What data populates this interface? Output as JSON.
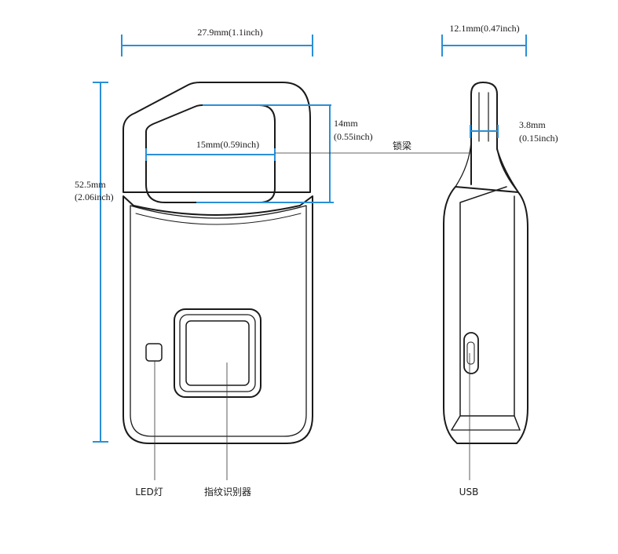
{
  "dimensions": {
    "width_front": "27.9mm(1.1inch)",
    "width_side": "12.1mm(0.47inch)",
    "height_total_mm": "52.5mm",
    "height_total_in": "(2.06inch)",
    "shackle_inner_width": "15mm(0.59inch)",
    "shackle_inner_height_mm": "14mm",
    "shackle_inner_height_in": "(0.55inch)",
    "shackle_thickness_mm": "3.8mm",
    "shackle_thickness_in": "(0.15inch)"
  },
  "labels": {
    "shackle": "锁梁",
    "led": "LED灯",
    "fingerprint": "指纹识别器",
    "usb": "USB"
  },
  "colors": {
    "dimension_line": "#2a8fd6",
    "outline": "#1a1a1a"
  }
}
